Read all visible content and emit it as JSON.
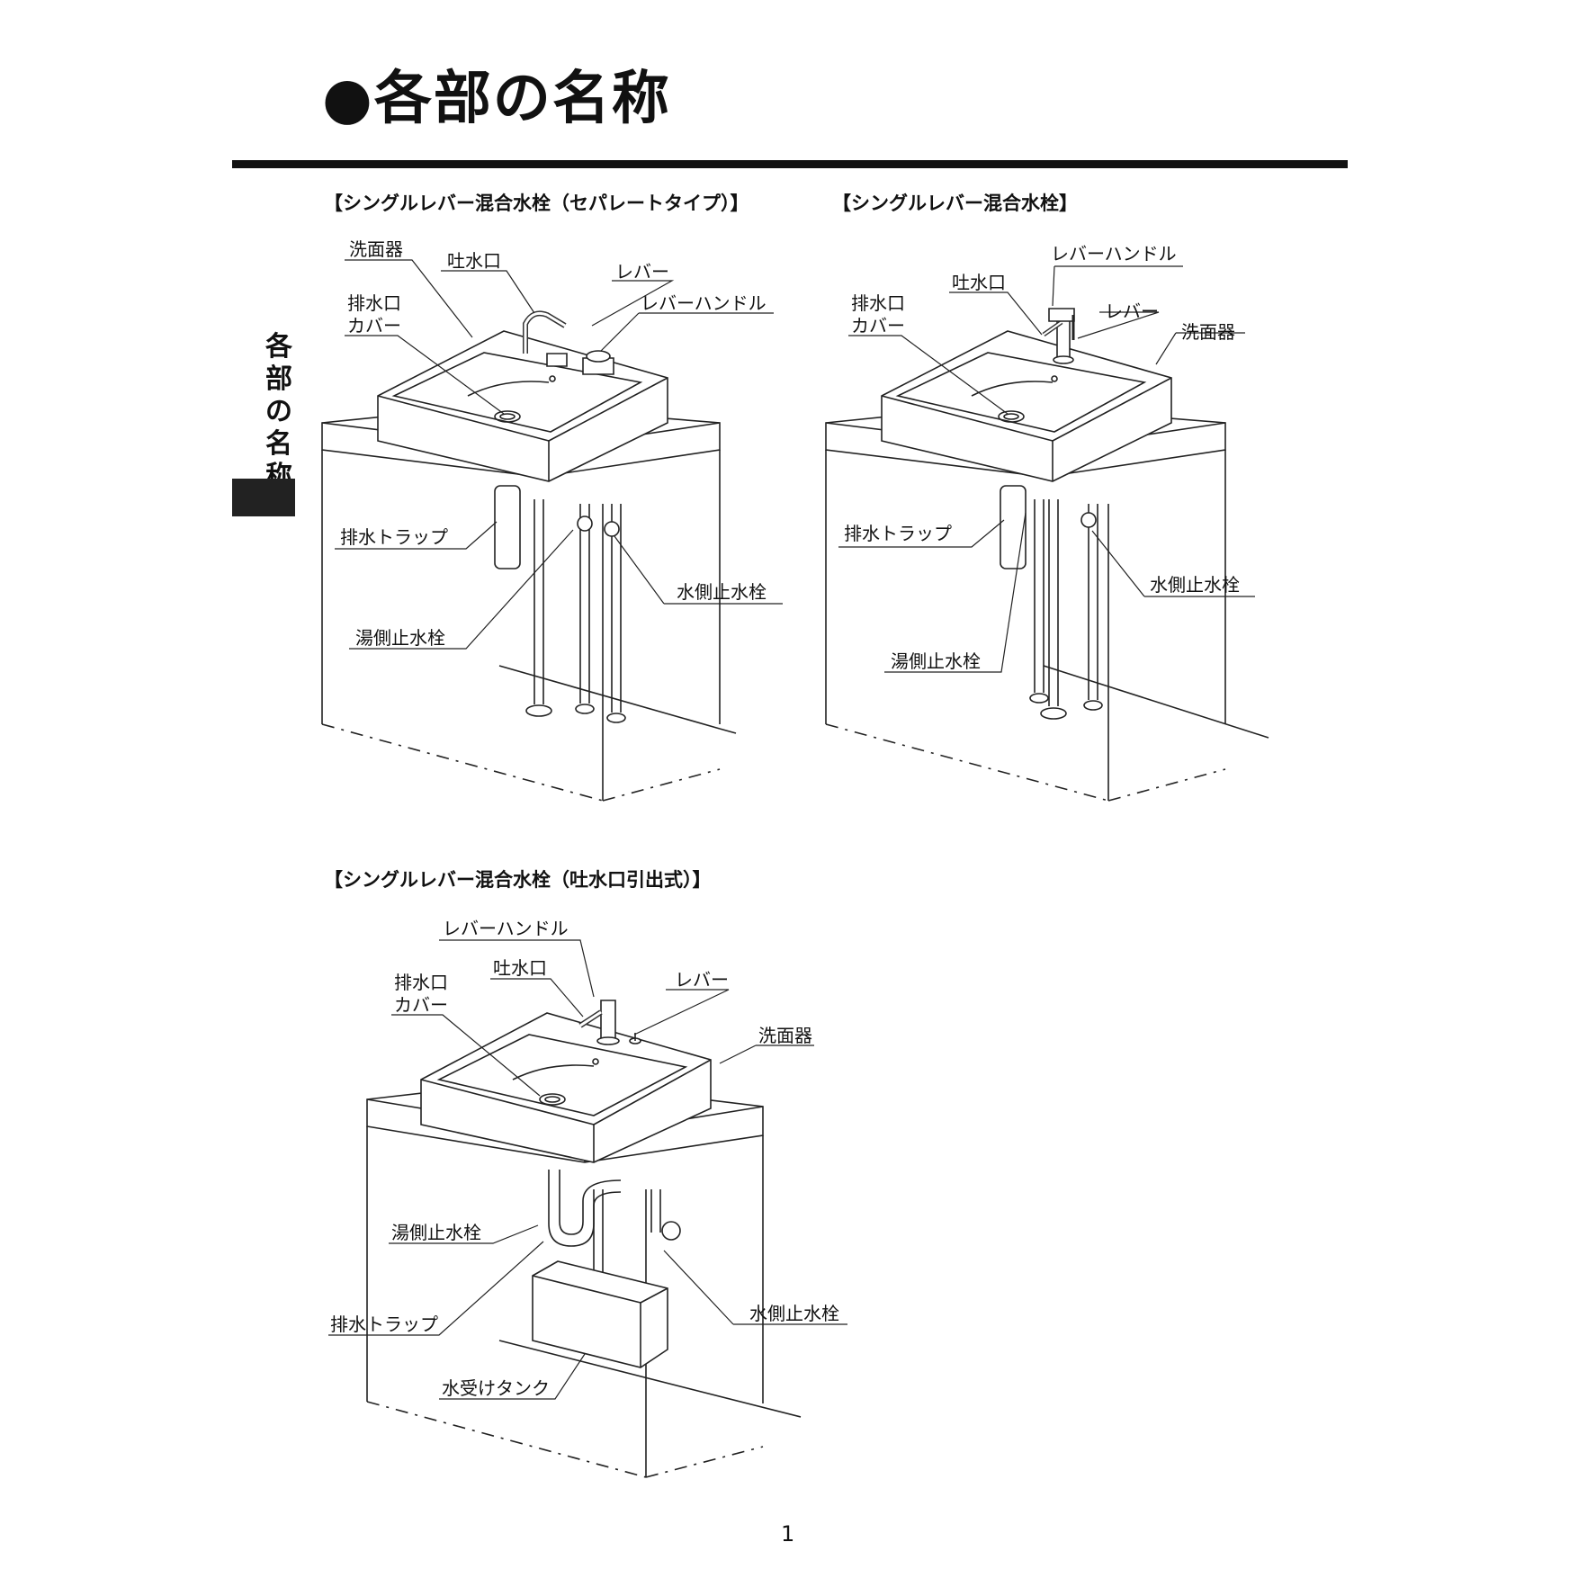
{
  "page_title": "●各部の名称",
  "side_tab": [
    "各",
    "部",
    "の",
    "名",
    "称"
  ],
  "page_number": "1",
  "sections": {
    "separate": {
      "heading": "【シングルレバー混合水栓（セパレートタイプ）】",
      "labels": {
        "basin": "洗面器",
        "spout": "吐水口",
        "lever": "レバー",
        "drain_cover_1": "排水口",
        "drain_cover_2": "カバー",
        "lever_handle": "レバーハンドル",
        "drain_trap": "排水トラップ",
        "cold_valve": "水側止水栓",
        "hot_valve": "湯側止水栓"
      }
    },
    "single": {
      "heading": "【シングルレバー混合水栓】",
      "labels": {
        "lever_handle": "レバーハンドル",
        "spout": "吐水口",
        "lever": "レバー",
        "drain_cover_1": "排水口",
        "drain_cover_2": "カバー",
        "basin": "洗面器",
        "drain_trap": "排水トラップ",
        "cold_valve": "水側止水栓",
        "hot_valve": "湯側止水栓"
      }
    },
    "pullout": {
      "heading": "【シングルレバー混合水栓（吐水口引出式）】",
      "labels": {
        "lever_handle": "レバーハンドル",
        "spout": "吐水口",
        "drain_cover_1": "排水口",
        "drain_cover_2": "カバー",
        "lever": "レバー",
        "basin": "洗面器",
        "hot_valve": "湯側止水栓",
        "drain_trap": "排水トラップ",
        "cold_valve": "水側止水栓",
        "water_tank": "水受けタンク"
      }
    }
  }
}
